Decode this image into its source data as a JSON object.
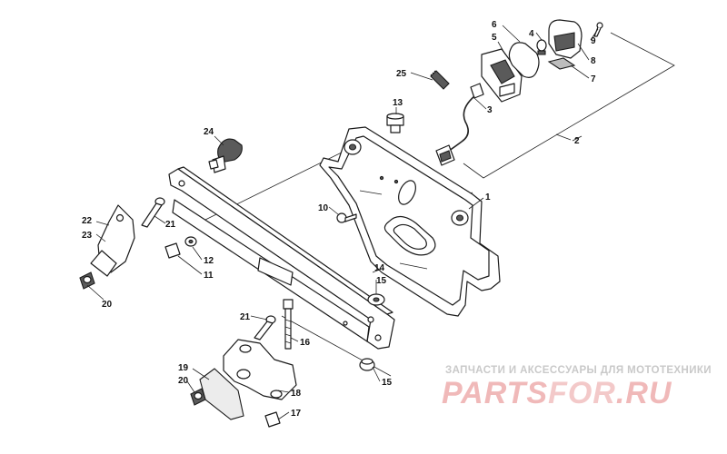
{
  "labels": [
    {
      "id": "1",
      "text": "1"
    },
    {
      "id": "2",
      "text": "2"
    },
    {
      "id": "3",
      "text": "3"
    },
    {
      "id": "4",
      "text": "4"
    },
    {
      "id": "5",
      "text": "5"
    },
    {
      "id": "6",
      "text": "6"
    },
    {
      "id": "7",
      "text": "7"
    },
    {
      "id": "8",
      "text": "8"
    },
    {
      "id": "9",
      "text": "9"
    },
    {
      "id": "10",
      "text": "10"
    },
    {
      "id": "11",
      "text": "11"
    },
    {
      "id": "12",
      "text": "12"
    },
    {
      "id": "13",
      "text": "13"
    },
    {
      "id": "14",
      "text": "14"
    },
    {
      "id": "15a",
      "text": "15"
    },
    {
      "id": "15b",
      "text": "15"
    },
    {
      "id": "16",
      "text": "16"
    },
    {
      "id": "17",
      "text": "17"
    },
    {
      "id": "18",
      "text": "18"
    },
    {
      "id": "19",
      "text": "19"
    },
    {
      "id": "20a",
      "text": "20"
    },
    {
      "id": "20b",
      "text": "20"
    },
    {
      "id": "21a",
      "text": "21"
    },
    {
      "id": "21b",
      "text": "21"
    },
    {
      "id": "22",
      "text": "22"
    },
    {
      "id": "23",
      "text": "23"
    },
    {
      "id": "24",
      "text": "24"
    },
    {
      "id": "25",
      "text": "25"
    }
  ],
  "watermark": {
    "subtitle": "ЗАПЧАСТИ И АКСЕССУАРЫ ДЛЯ МОТОТЕХНИКИ",
    "logo_part1": "PARTS",
    "logo_part2": "FOR",
    "logo_part3": ".RU"
  }
}
